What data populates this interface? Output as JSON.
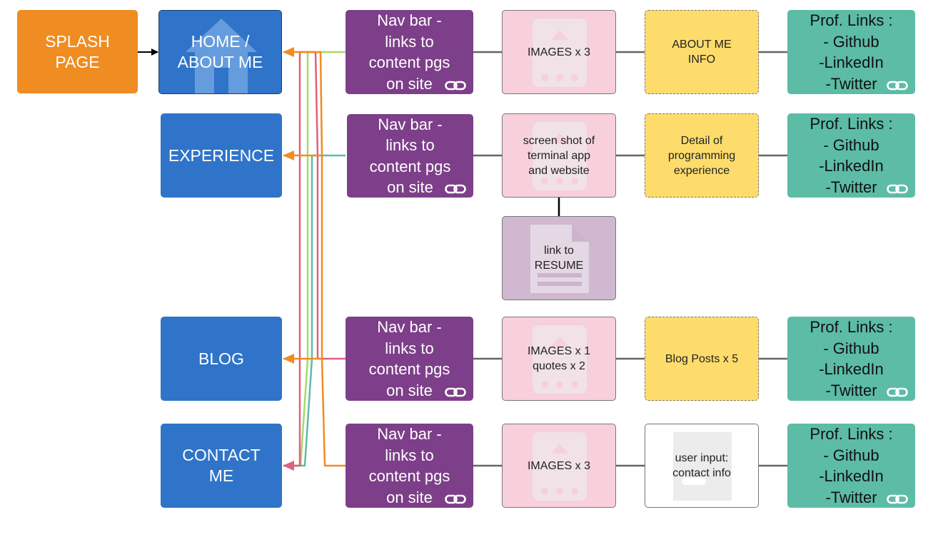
{
  "splash": {
    "label": "SPLASH\nPAGE"
  },
  "rows": [
    {
      "page": "HOME /\nABOUT ME",
      "nav": "Nav bar -\nlinks to\ncontent pgs\non site",
      "media": "IMAGES x 3",
      "detail": "ABOUT ME\nINFO",
      "links": "Prof. Links :\n- Github\n-LinkedIn\n-Twitter"
    },
    {
      "page": "EXPERIENCE",
      "nav": "Nav bar -\nlinks to\ncontent pgs\non site",
      "media": "screen shot of\nterminal app\nand website",
      "detail": "Detail of\nprogramming\nexperience",
      "links": "Prof. Links :\n- Github\n-LinkedIn\n-Twitter"
    },
    {
      "page": "BLOG",
      "nav": "Nav bar -\nlinks to\ncontent pgs\non site",
      "media": "IMAGES x 1\nquotes x 2",
      "detail": "Blog Posts x 5",
      "links": "Prof. Links :\n- Github\n-LinkedIn\n-Twitter"
    },
    {
      "page": "CONTACT\nME",
      "nav": "Nav bar -\nlinks to\ncontent pgs\non site",
      "media": "IMAGES x 3",
      "detail": "user input:\ncontact info",
      "links": "Prof. Links :\n- Github\n-LinkedIn\n-Twitter"
    }
  ],
  "resume": {
    "label": "link to\nRESUME"
  },
  "colors": {
    "page": "#2f74c8",
    "splash": "#ef8c22",
    "nav": "#7d3f89",
    "media": "#f7d0dc",
    "resume": "#d0b8d0",
    "detail": "#fedc6c",
    "links": "#5cbca6",
    "wire_green": "#a6d96a",
    "wire_teal": "#5cbca6",
    "wire_pink": "#e0607e",
    "wire_orange": "#ef8c22",
    "connector": "#666666"
  },
  "icons": [
    "home-icon",
    "image-placeholder-icon",
    "document-icon",
    "form-icon",
    "link-chain-icon"
  ]
}
